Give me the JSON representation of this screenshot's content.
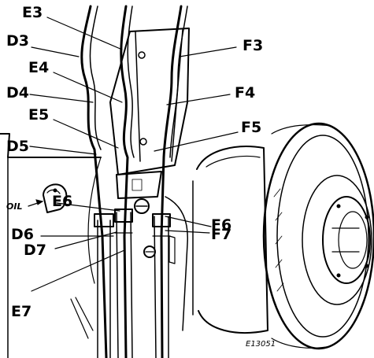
{
  "labels": {
    "E3": "E3",
    "D3": "D3",
    "F3": "F3",
    "E4": "E4",
    "D4": "D4",
    "F4": "F4",
    "E5": "E5",
    "F5": "F5",
    "D5": "D5",
    "E6": "E6",
    "F6": "F6",
    "D6": "D6",
    "D7": "D7",
    "F7": "F7",
    "E7": "E7"
  },
  "oil_label": "OIL",
  "figure_ref": "E13051"
}
